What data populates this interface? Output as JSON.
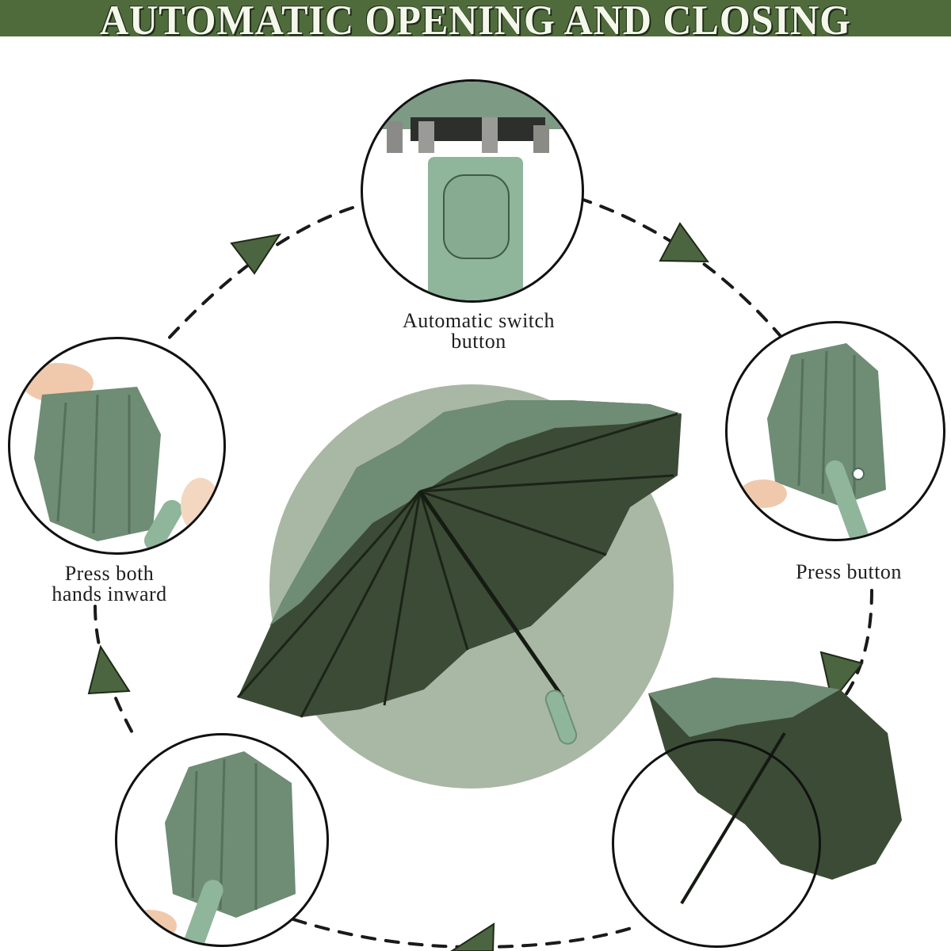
{
  "banner": {
    "title": "AUTOMATIC OPENING AND CLOSING",
    "background": "#4f6b3c",
    "text_color": "#f4f8ea"
  },
  "steps": [
    {
      "id": "top",
      "label_line1": "Automatic switch",
      "label_line2": "button",
      "image": "closeup-handle-switch-button"
    },
    {
      "id": "right",
      "label_line1": "Press button",
      "label_line2": "",
      "image": "hand-pressing-button-folded-umbrella"
    },
    {
      "id": "bottom-right",
      "label_line1": "",
      "label_line2": "",
      "image": "umbrella-opened"
    },
    {
      "id": "bottom-left",
      "label_line1": "",
      "label_line2": "",
      "image": "hand-holding-folded-umbrella"
    },
    {
      "id": "left",
      "label_line1": "Press both",
      "label_line2": "hands inward",
      "image": "hands-pushing-umbrella-closed"
    }
  ],
  "center_image": "open-green-umbrella",
  "colors": {
    "umbrella_dark": "#3c4b35",
    "umbrella_light": "#6f8c74",
    "backdrop_circle": "#a9b8a4",
    "handle": "#8fb59a",
    "arrow": "#4b6540"
  }
}
